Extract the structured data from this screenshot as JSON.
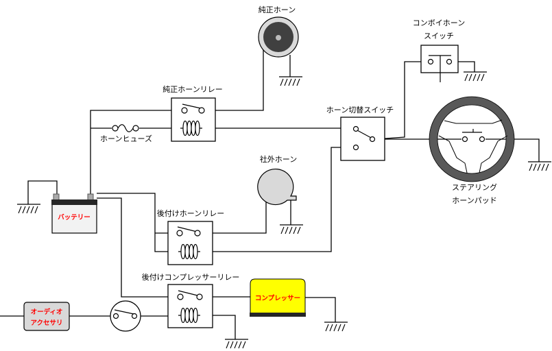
{
  "labels": {
    "genuine_horn": "純正ホーン",
    "convoy_switch_line1": "コンボイホーン",
    "convoy_switch_line2": "スイッチ",
    "genuine_relay": "純正ホーンリレー",
    "horn_fuse": "ホーンヒューズ",
    "horn_selector_switch": "ホーン切替スイッチ",
    "aftermarket_horn": "社外ホーン",
    "steering_line1": "ステアリング",
    "steering_line2": "ホーンパッド",
    "battery": "バッテリー",
    "aftermarket_horn_relay": "後付けホーンリレー",
    "compressor_relay": "後付けコンプレッサーリレー",
    "compressor": "コンプレッサー",
    "audio_line1": "オーディオ",
    "audio_line2": "アクセサリ"
  },
  "colors": {
    "component_label": "#ff0000",
    "compressor_fill": "#ffff00",
    "audio_fill": "#d9d9d9",
    "battery_fill": "#f2f2f2",
    "steering_ring": "#595959",
    "horn_ring": "#d9d9d9",
    "horn_core": "#404040"
  }
}
